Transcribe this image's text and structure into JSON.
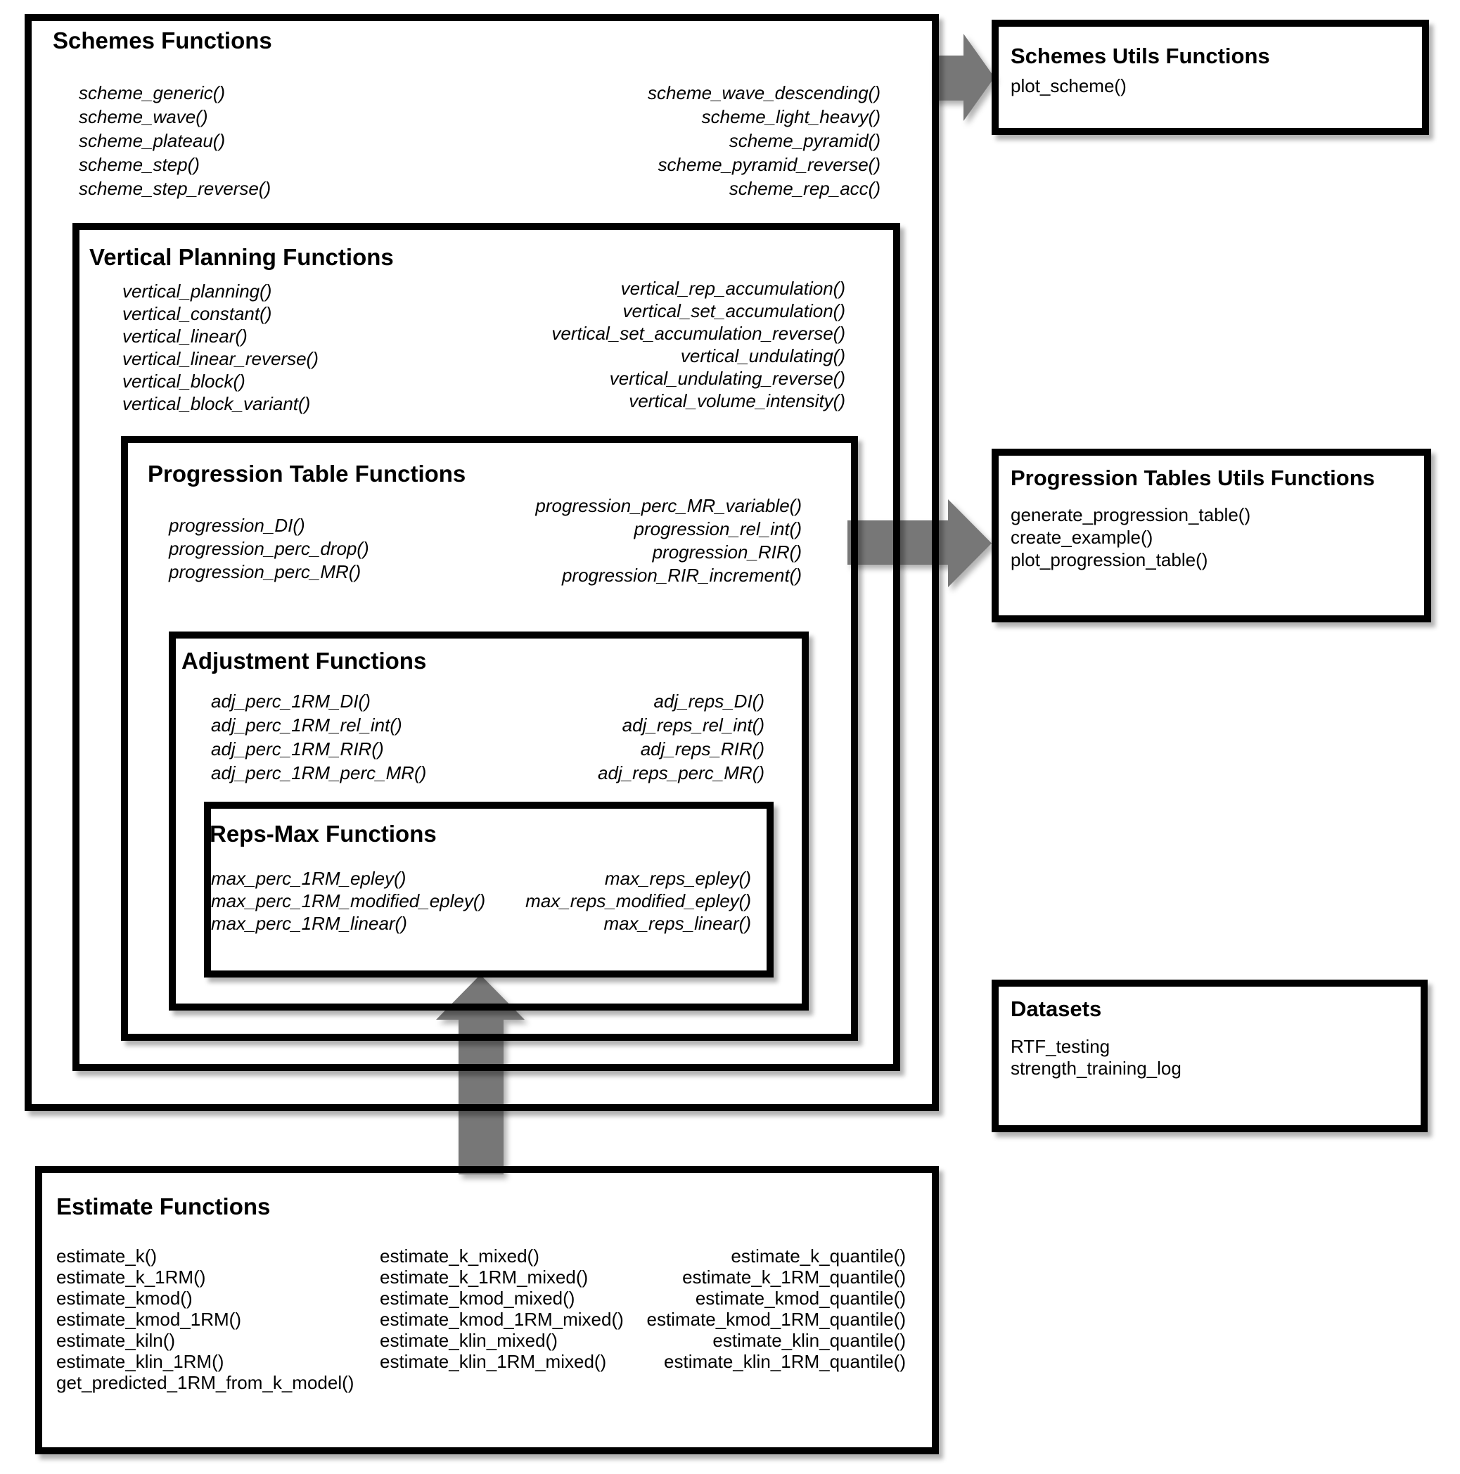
{
  "colors": {
    "arrow": "#777777",
    "border": "#000000",
    "background": "#ffffff"
  },
  "schemes": {
    "title": "Schemes Functions",
    "functions_left": [
      "scheme_generic()",
      "scheme_wave()",
      "scheme_plateau()",
      "scheme_step()",
      "scheme_step_reverse()"
    ],
    "functions_right": [
      "scheme_wave_descending()",
      "scheme_light_heavy()",
      "scheme_pyramid()",
      "scheme_pyramid_reverse()",
      "scheme_rep_acc()"
    ]
  },
  "vertical": {
    "title": "Vertical Planning Functions",
    "functions_left": [
      "vertical_planning()",
      "vertical_constant()",
      "vertical_linear()",
      "vertical_linear_reverse()",
      "vertical_block()",
      "vertical_block_variant()"
    ],
    "functions_right": [
      "vertical_rep_accumulation()",
      "vertical_set_accumulation()",
      "vertical_set_accumulation_reverse()",
      "vertical_undulating()",
      "vertical_undulating_reverse()",
      "vertical_volume_intensity()"
    ]
  },
  "progression": {
    "title": "Progression Table Functions",
    "functions_left": [
      "progression_DI()",
      "progression_perc_drop()",
      "progression_perc_MR()"
    ],
    "functions_right": [
      "progression_perc_MR_variable()",
      "progression_rel_int()",
      "progression_RIR()",
      "progression_RIR_increment()"
    ]
  },
  "adjustment": {
    "title": "Adjustment Functions",
    "functions_left": [
      "adj_perc_1RM_DI()",
      "adj_perc_1RM_rel_int()",
      "adj_perc_1RM_RIR()",
      "adj_perc_1RM_perc_MR()"
    ],
    "functions_right": [
      "adj_reps_DI()",
      "adj_reps_rel_int()",
      "adj_reps_RIR()",
      "adj_reps_perc_MR()"
    ]
  },
  "repsmax": {
    "title": "Reps-Max Functions",
    "functions_left": [
      "max_perc_1RM_epley()",
      "max_perc_1RM_modified_epley()",
      "max_perc_1RM_linear()"
    ],
    "functions_right": [
      "max_reps_epley()",
      "max_reps_modified_epley()",
      "max_reps_linear()"
    ]
  },
  "schemes_utils": {
    "title": "Schemes Utils Functions",
    "functions": [
      "plot_scheme()"
    ]
  },
  "progression_utils": {
    "title": "Progression Tables Utils Functions",
    "functions": [
      "generate_progression_table()",
      "create_example()",
      "plot_progression_table()"
    ]
  },
  "datasets": {
    "title": "Datasets",
    "items": [
      "RTF_testing",
      "strength_training_log"
    ]
  },
  "estimate": {
    "title": "Estimate Functions",
    "functions_col1": [
      "estimate_k()",
      "estimate_k_1RM()",
      "estimate_kmod()",
      "estimate_kmod_1RM()",
      "estimate_kiln()",
      "estimate_klin_1RM()",
      "get_predicted_1RM_from_k_model()"
    ],
    "functions_col2": [
      "estimate_k_mixed()",
      "estimate_k_1RM_mixed()",
      "estimate_kmod_mixed()",
      "estimate_kmod_1RM_mixed()",
      "estimate_klin_mixed()",
      "estimate_klin_1RM_mixed()"
    ],
    "functions_col3": [
      "estimate_k_quantile()",
      "estimate_k_1RM_quantile()",
      "estimate_kmod_quantile()",
      "estimate_kmod_1RM_quantile()",
      "estimate_klin_quantile()",
      "estimate_klin_1RM_quantile()"
    ]
  }
}
